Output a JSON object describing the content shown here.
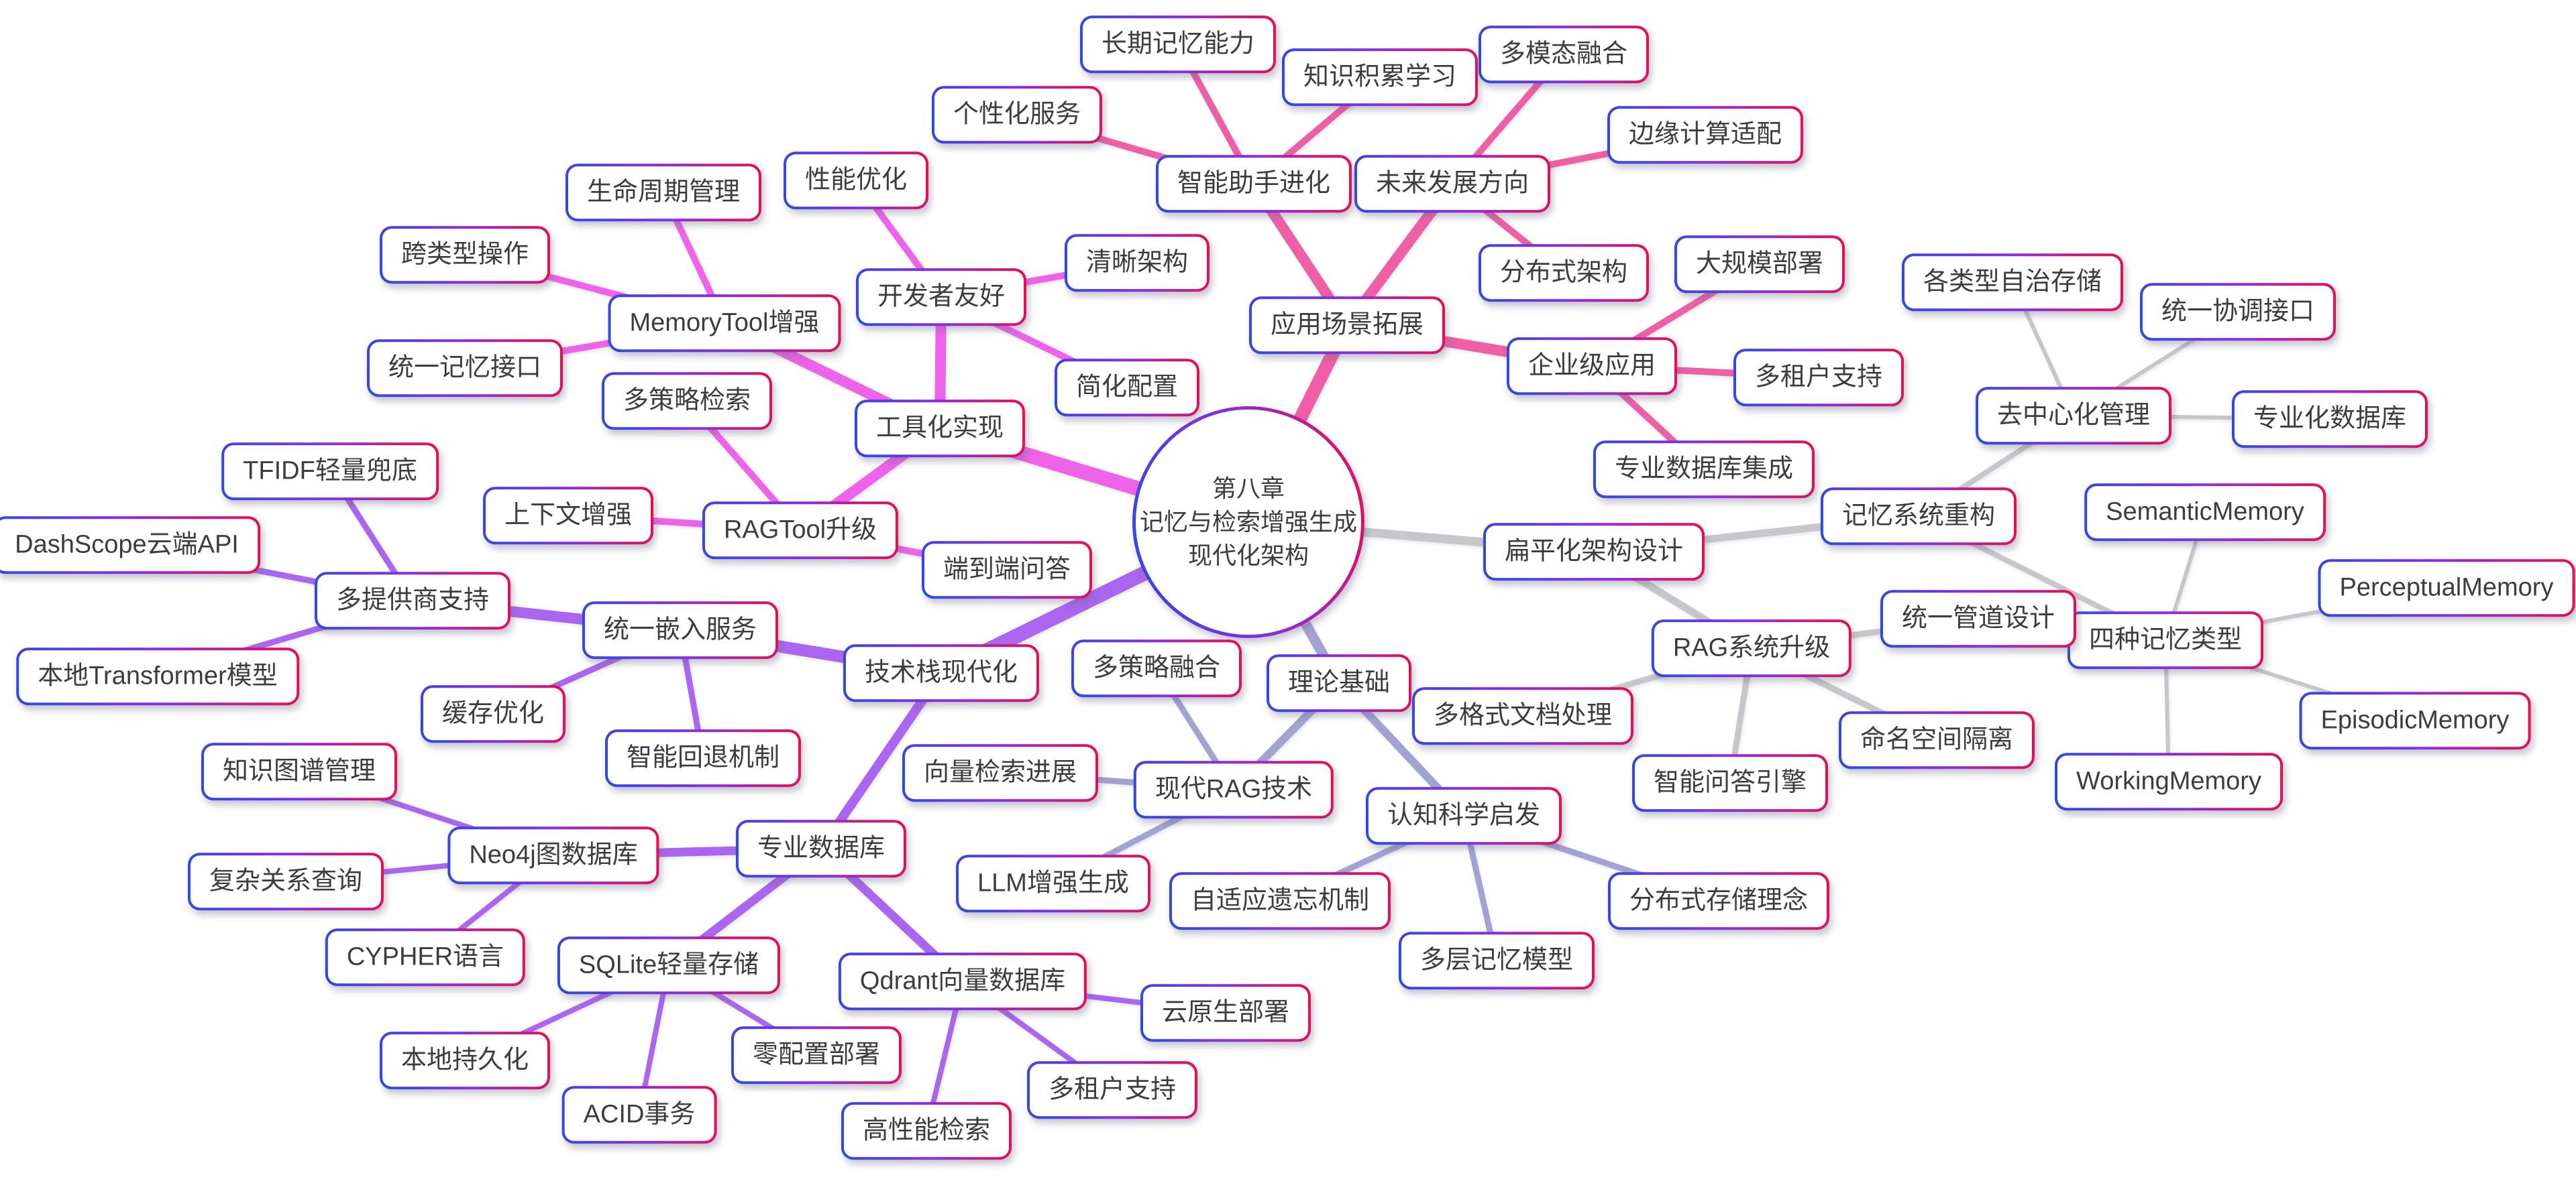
{
  "center": {
    "line1": "第八章",
    "line2": "记忆与检索增强生成",
    "line3": "现代化架构"
  },
  "branch_colors": {
    "application_scenarios": "#ee5fa6",
    "tooling_implementation": "#ef63ea",
    "tech_stack_modernization": "#aa66f0",
    "theory_foundation": "#a2a3d4",
    "flat_architecture": "#c7c7cb"
  },
  "node_style": {
    "border_gradient": [
      "#2b4ae4",
      "#8a2be2",
      "#ef0a4b"
    ],
    "fill": "#ffffff",
    "text_color": "#3d3d3d"
  },
  "labels": {
    "app_expansion": "应用场景拓展",
    "assistant_evolution": "智能助手进化",
    "personalization": "个性化服务",
    "long_term_memory": "长期记忆能力",
    "knowledge_learning": "知识积累学习",
    "future_direction": "未来发展方向",
    "multimodal_fusion": "多模态融合",
    "edge_computing": "边缘计算适配",
    "distributed_arch": "分布式架构",
    "enterprise_app": "企业级应用",
    "large_scale_deploy": "大规模部署",
    "multi_tenant_ent": "多租户支持",
    "pro_db_integration": "专业数据库集成",
    "tooling": "工具化实现",
    "memorytool": "MemoryTool增强",
    "lifecycle": "生命周期管理",
    "cross_type": "跨类型操作",
    "unified_memory_if": "统一记忆接口",
    "dev_friendly": "开发者友好",
    "perf_opt": "性能优化",
    "clear_arch": "清晰架构",
    "simple_config": "简化配置",
    "ragtool": "RAGTool升级",
    "multi_strategy_retrieval": "多策略检索",
    "context_enhance": "上下文增强",
    "e2e_qa": "端到端问答",
    "tech_stack": "技术栈现代化",
    "unified_embedding": "统一嵌入服务",
    "multi_provider": "多提供商支持",
    "tfidf": "TFIDF轻量兜底",
    "dashscope": "DashScope云端API",
    "local_transformer": "本地Transformer模型",
    "cache_opt": "缓存优化",
    "fallback": "智能回退机制",
    "pro_db": "专业数据库",
    "neo4j": "Neo4j图数据库",
    "kg_mgmt": "知识图谱管理",
    "complex_query": "复杂关系查询",
    "cypher": "CYPHER语言",
    "sqlite": "SQLite轻量存储",
    "local_persist": "本地持久化",
    "acid": "ACID事务",
    "zero_config": "零配置部署",
    "qdrant": "Qdrant向量数据库",
    "cloud_native": "云原生部署",
    "multi_tenant_qdrant": "多租户支持",
    "high_perf": "高性能检索",
    "theory": "理论基础",
    "modern_rag": "现代RAG技术",
    "strategy_fusion": "多策略融合",
    "vector_retrieval": "向量检索进展",
    "llm_gen": "LLM增强生成",
    "cognitive": "认知科学启发",
    "adaptive_forget": "自适应遗忘机制",
    "multi_layer_memory": "多层记忆模型",
    "distributed_storage": "分布式存储理念",
    "flat_arch": "扁平化架构设计",
    "memory_refactor": "记忆系统重构",
    "decentralized": "去中心化管理",
    "autonomous_storage": "各类型自治存储",
    "coordination_if": "统一协调接口",
    "specialized_db": "专业化数据库",
    "four_memory_types": "四种记忆类型",
    "semantic_memory": "SemanticMemory",
    "perceptual_memory": "PerceptualMemory",
    "episodic_memory": "EpisodicMemory",
    "working_memory": "WorkingMemory",
    "rag_upgrade": "RAG系统升级",
    "unified_pipeline": "统一管道设计",
    "multi_format_doc": "多格式文档处理",
    "namespace_isolation": "命名空间隔离",
    "qa_engine": "智能问答引擎"
  },
  "tree": {
    "root": "center",
    "children": {
      "center": [
        "app_expansion",
        "tooling",
        "tech_stack",
        "theory",
        "flat_arch"
      ],
      "app_expansion": [
        "assistant_evolution",
        "future_direction",
        "enterprise_app"
      ],
      "assistant_evolution": [
        "personalization",
        "long_term_memory",
        "knowledge_learning"
      ],
      "future_direction": [
        "multimodal_fusion",
        "edge_computing",
        "distributed_arch"
      ],
      "enterprise_app": [
        "large_scale_deploy",
        "multi_tenant_ent",
        "pro_db_integration"
      ],
      "tooling": [
        "memorytool",
        "dev_friendly",
        "ragtool"
      ],
      "memorytool": [
        "lifecycle",
        "cross_type",
        "unified_memory_if"
      ],
      "dev_friendly": [
        "perf_opt",
        "clear_arch",
        "simple_config"
      ],
      "ragtool": [
        "multi_strategy_retrieval",
        "context_enhance",
        "e2e_qa"
      ],
      "tech_stack": [
        "unified_embedding",
        "pro_db"
      ],
      "unified_embedding": [
        "multi_provider",
        "cache_opt",
        "fallback"
      ],
      "multi_provider": [
        "tfidf",
        "dashscope",
        "local_transformer"
      ],
      "pro_db": [
        "neo4j",
        "sqlite",
        "qdrant"
      ],
      "neo4j": [
        "kg_mgmt",
        "complex_query",
        "cypher"
      ],
      "sqlite": [
        "local_persist",
        "acid",
        "zero_config"
      ],
      "qdrant": [
        "cloud_native",
        "multi_tenant_qdrant",
        "high_perf"
      ],
      "theory": [
        "modern_rag",
        "cognitive"
      ],
      "modern_rag": [
        "strategy_fusion",
        "vector_retrieval",
        "llm_gen"
      ],
      "cognitive": [
        "adaptive_forget",
        "multi_layer_memory",
        "distributed_storage"
      ],
      "flat_arch": [
        "memory_refactor",
        "rag_upgrade"
      ],
      "memory_refactor": [
        "decentralized",
        "four_memory_types"
      ],
      "decentralized": [
        "autonomous_storage",
        "coordination_if",
        "specialized_db"
      ],
      "four_memory_types": [
        "semantic_memory",
        "perceptual_memory",
        "episodic_memory",
        "working_memory"
      ],
      "rag_upgrade": [
        "unified_pipeline",
        "multi_format_doc",
        "namespace_isolation",
        "qa_engine"
      ]
    }
  }
}
